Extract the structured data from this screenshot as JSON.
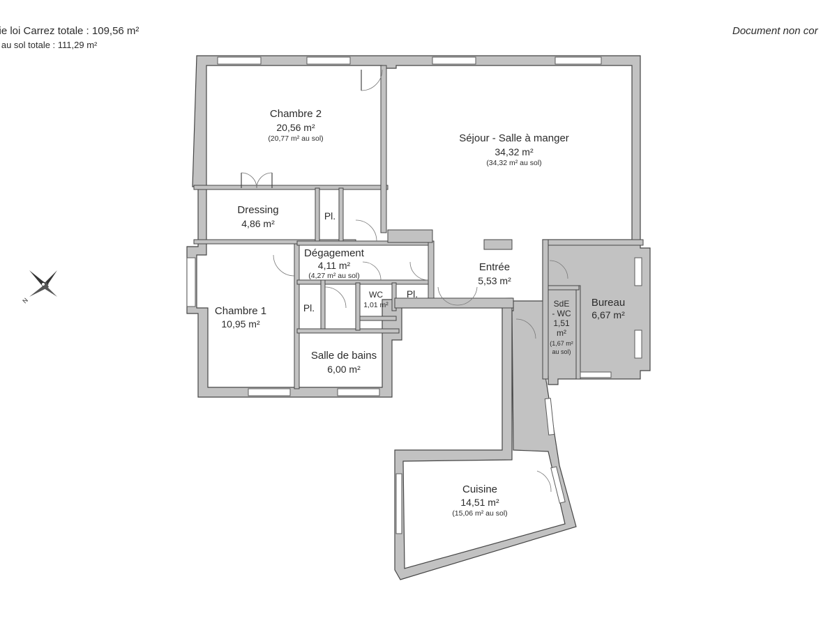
{
  "header": {
    "carrez_total": "cie loi Carrez totale :  109,56 m²",
    "sol_total": "e au sol totale :  111,29 m²",
    "disclaimer": "Document non cor"
  },
  "compass": {
    "letter": "N"
  },
  "rooms": {
    "chambre2": {
      "name": "Chambre 2",
      "area": "20,56 m²",
      "sol": "(20,77 m² au sol)"
    },
    "sejour": {
      "name": "Séjour - Salle à manger",
      "area": "34,32 m²",
      "sol": "(34,32 m² au sol)"
    },
    "dressing": {
      "name": "Dressing",
      "area": "4,86 m²"
    },
    "placard1": {
      "name": "Pl."
    },
    "degagement": {
      "name": "Dégagement",
      "area": "4,11 m²",
      "sol": "(4,27 m² au sol)"
    },
    "entree": {
      "name": "Entrée",
      "area": "5,53 m²"
    },
    "chambre1": {
      "name": "Chambre 1",
      "area": "10,95 m²"
    },
    "placard2": {
      "name": "Pl."
    },
    "wc": {
      "name": "WC",
      "area": "1,01 m²"
    },
    "placard3": {
      "name": "Pl."
    },
    "sde": {
      "name1": "SdE",
      "name2": "- WC",
      "area1": "1,51",
      "area2": "m²",
      "sol1": "(1,67 m²",
      "sol2": "au sol)"
    },
    "bureau": {
      "name": "Bureau",
      "area": "6,67 m²"
    },
    "sdb": {
      "name": "Salle de bains",
      "area": "6,00 m²"
    },
    "cuisine": {
      "name": "Cuisine",
      "area": "14,51 m²",
      "sol": "(15,06 m² au sol)"
    }
  },
  "colors": {
    "wall": "#c2c2c2",
    "wall_outline": "#454545",
    "text": "#2b2b2b"
  }
}
